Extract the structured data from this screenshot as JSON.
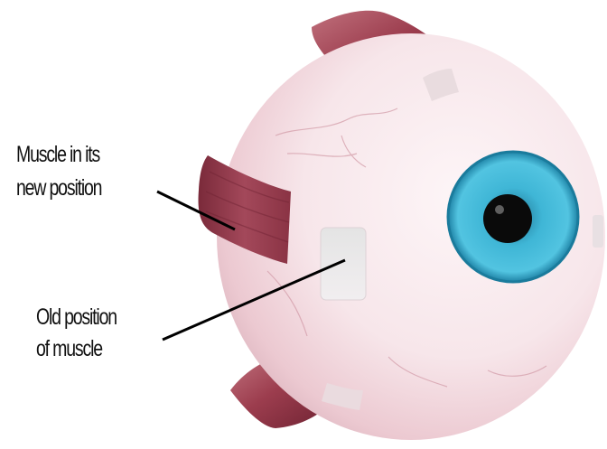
{
  "labels": {
    "new_position": {
      "line1": "Muscle in its",
      "line2": "new position"
    },
    "old_position": {
      "line1": "Old position",
      "line2": "of muscle"
    }
  },
  "colors": {
    "sclera": "#f7e6ea",
    "sclera_shadow": "#d9b1bb",
    "muscle": "#9c3d4e",
    "muscle_dark": "#6e2232",
    "iris": "#3fb6d6",
    "iris_dark": "#1f83a6",
    "pupil": "#0a0a0a",
    "leader_line": "#000000"
  }
}
